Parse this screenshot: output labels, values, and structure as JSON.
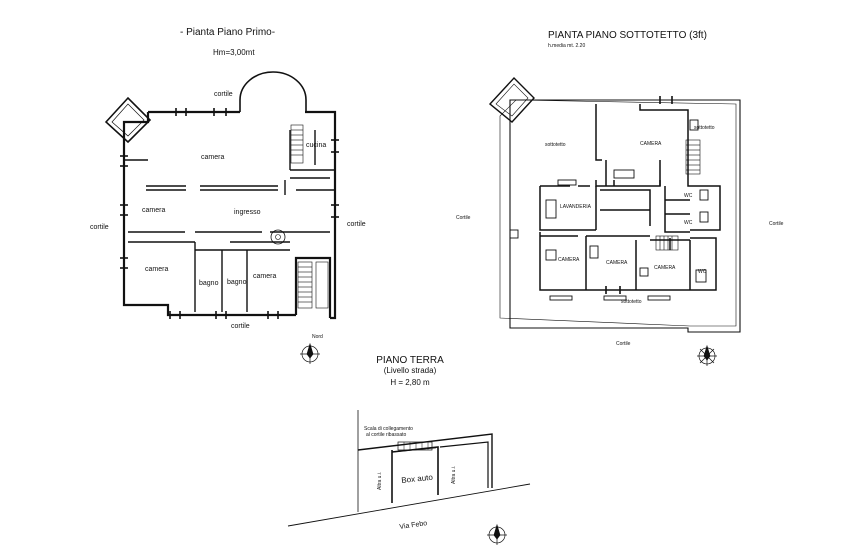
{
  "first_floor": {
    "title": "- Pianta Piano Primo-",
    "height": "Hm=3,00mt",
    "rooms": {
      "camera_top": "camera",
      "camera_mid": "camera",
      "ingresso": "ingresso",
      "cucina": "cucina",
      "camera_bottom_left": "camera",
      "bagno_1": "bagno",
      "bagno_2": "bagno",
      "camera_bottom_right": "camera"
    },
    "surroundings": {
      "top": "cortile",
      "left": "cortile",
      "right": "cortile",
      "bottom": "cortile"
    },
    "compass": "Nord"
  },
  "attic": {
    "title": "PIANTA PIANO SOTTOTETTO (3ft)",
    "subtitle": "h.media mt. 2.20",
    "rooms": {
      "sottotetto_left": "sottotetto",
      "sottotetto_right": "sottotetto",
      "camera_top": "CAMERA",
      "lavanderia": "LAVANDERIA",
      "wc_1": "WC",
      "wc_2": "WC",
      "camera_1": "CAMERA",
      "camera_2": "CAMERA",
      "camera_3": "CAMERA",
      "wc_3": "WC",
      "sottotetto_bottom": "sottotetto"
    },
    "surroundings": {
      "left": "Cortile",
      "right": "Cortile",
      "bottom": "Cortile"
    }
  },
  "ground_floor": {
    "title": "PIANO TERRA",
    "subtitle": "(Livello strada)",
    "height": "H = 2,80 m",
    "note_line1": "Scala di collegamento",
    "note_line2": "al cortile ribassato",
    "box": "Box auto",
    "altra_left": "Altra u.i.",
    "altra_right": "Altra u.i.",
    "street": "Via  Febo"
  }
}
